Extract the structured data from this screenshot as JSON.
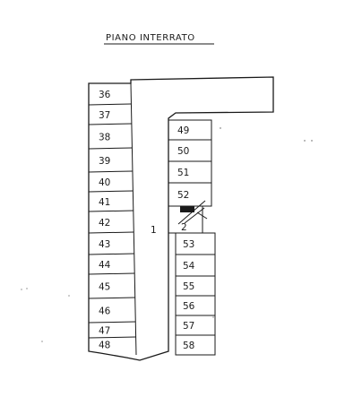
{
  "title": "PIANO  INTERRATO",
  "aisle_label": "1",
  "stair_label": "2",
  "left_stalls": [
    "36",
    "37",
    "38",
    "39",
    "40",
    "41",
    "42",
    "43",
    "44",
    "45",
    "46",
    "47",
    "48"
  ],
  "right_upper_stalls": [
    "49",
    "50",
    "51",
    "52"
  ],
  "right_lower_stalls": [
    "53",
    "54",
    "55",
    "56",
    "57",
    "58"
  ]
}
